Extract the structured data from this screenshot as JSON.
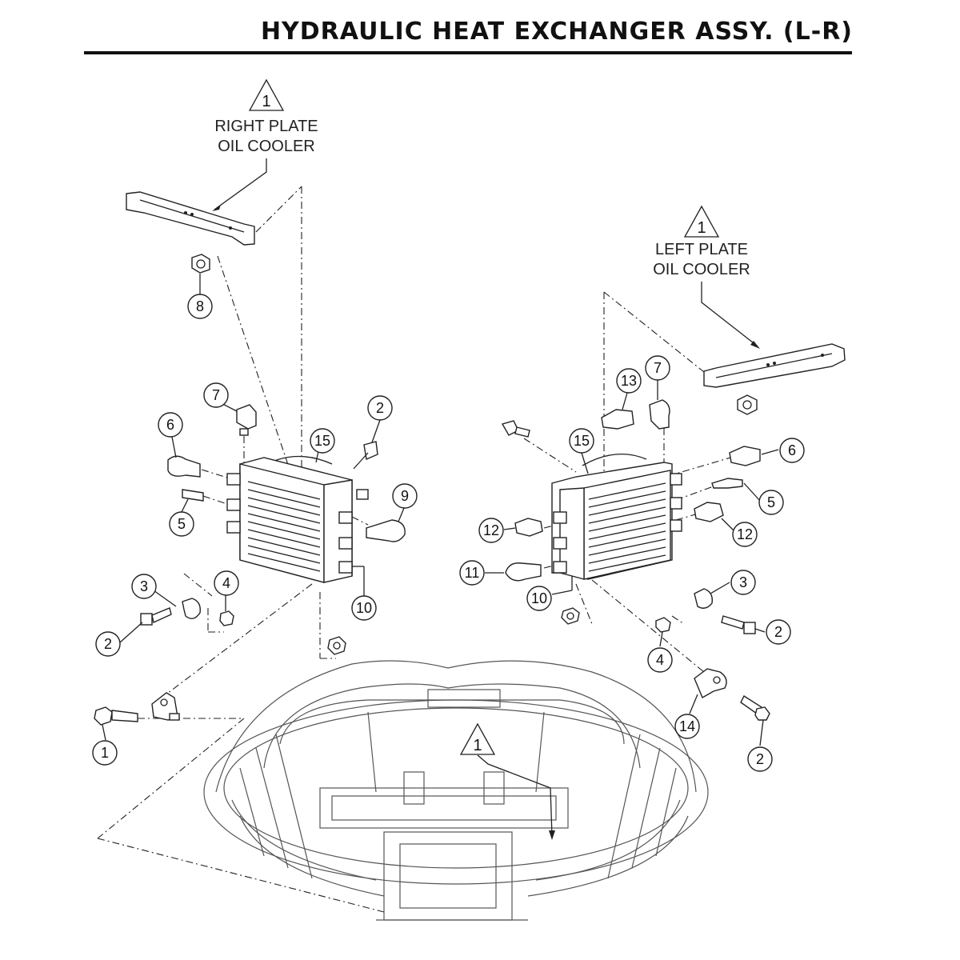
{
  "header": {
    "title": "HYDRAULIC HEAT EXCHANGER ASSY. (L-R)"
  },
  "notes": [
    {
      "id": "right",
      "number": "1",
      "line1": "RIGHT PLATE",
      "line2": "OIL COOLER"
    },
    {
      "id": "left",
      "number": "1",
      "line1": "LEFT PLATE",
      "line2": "OIL COOLER"
    },
    {
      "id": "frame",
      "number": "1"
    }
  ],
  "callouts": [
    "8",
    "7",
    "2",
    "6",
    "15",
    "5",
    "9",
    "10",
    "3",
    "4",
    "2",
    "1",
    "13",
    "7",
    "15",
    "6",
    "5",
    "12",
    "12",
    "11",
    "10",
    "3",
    "2",
    "4",
    "14",
    "2"
  ]
}
